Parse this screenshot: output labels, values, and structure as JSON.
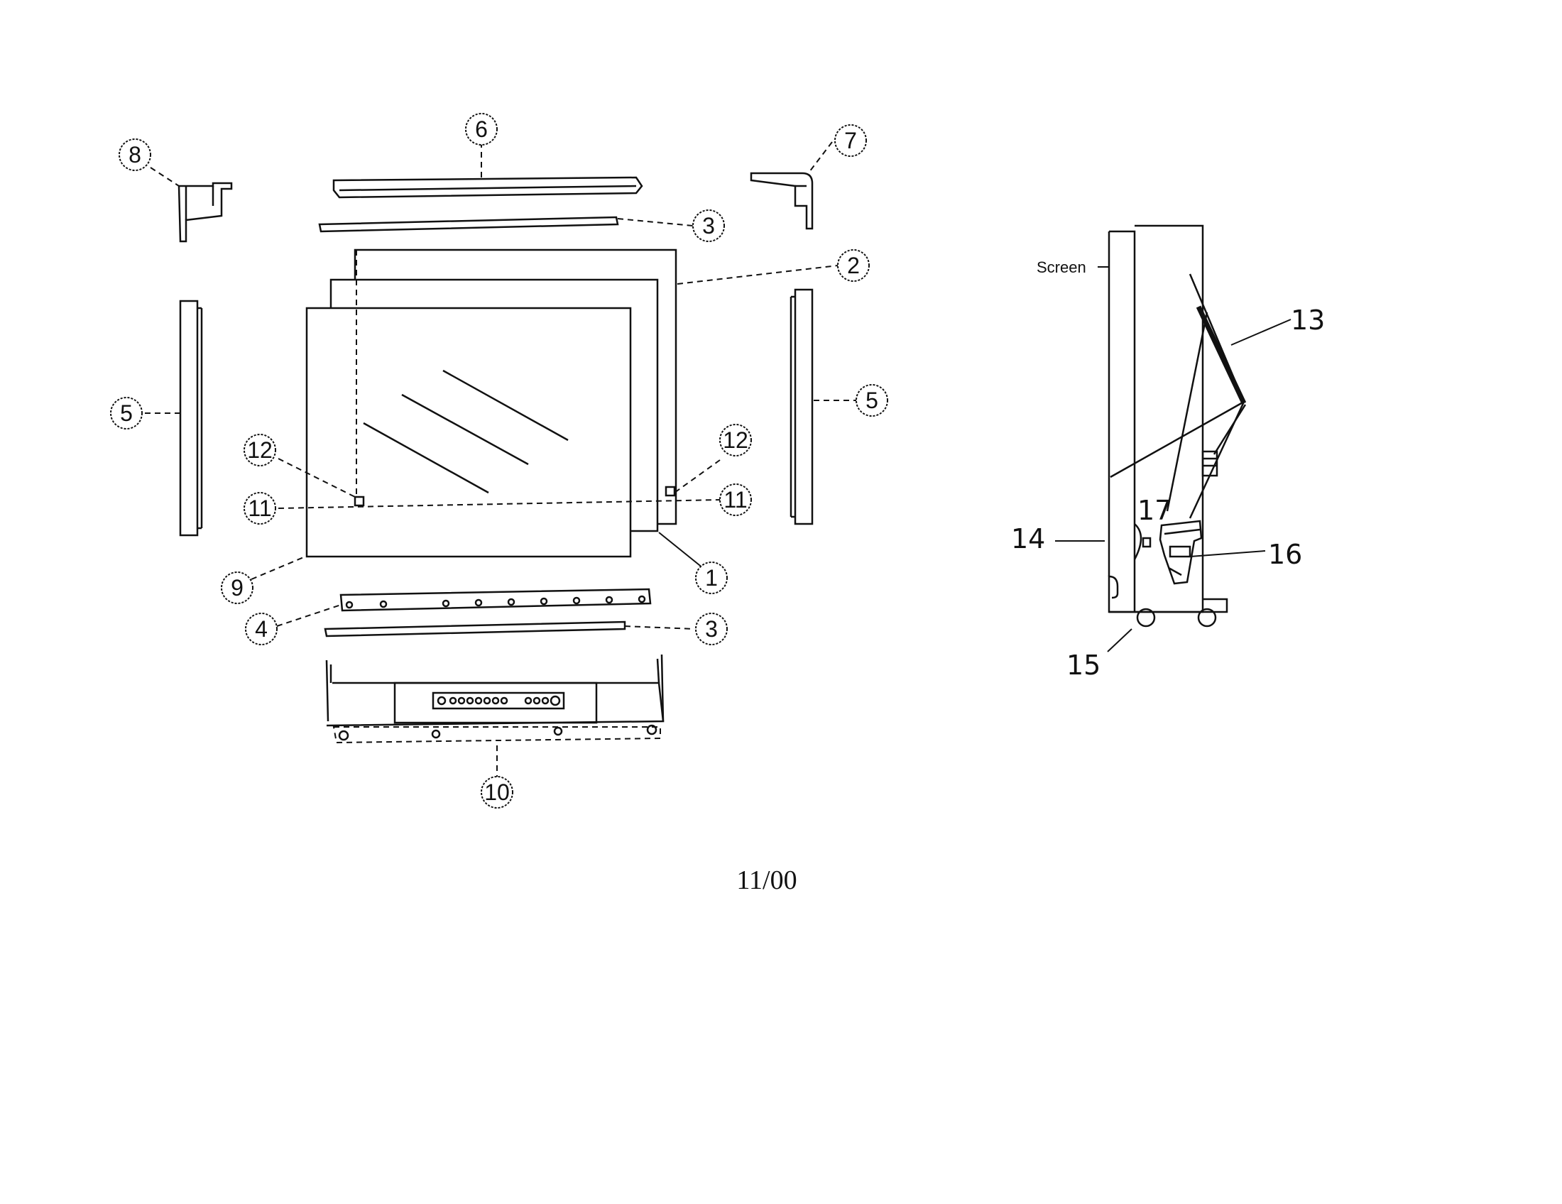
{
  "callouts": {
    "c1": "1",
    "c2": "2",
    "c3a": "3",
    "c3b": "3",
    "c4": "4",
    "c5a": "5",
    "c5b": "5",
    "c6": "6",
    "c7": "7",
    "c8": "8",
    "c9": "9",
    "c10": "10",
    "c11a": "11",
    "c11b": "11",
    "c12a": "12",
    "c12b": "12"
  },
  "side_view": {
    "screen_label": "Screen",
    "n13": "13",
    "n14": "14",
    "n15": "15",
    "n16": "16",
    "n17": "17"
  },
  "footer": {
    "date": "11/00"
  }
}
